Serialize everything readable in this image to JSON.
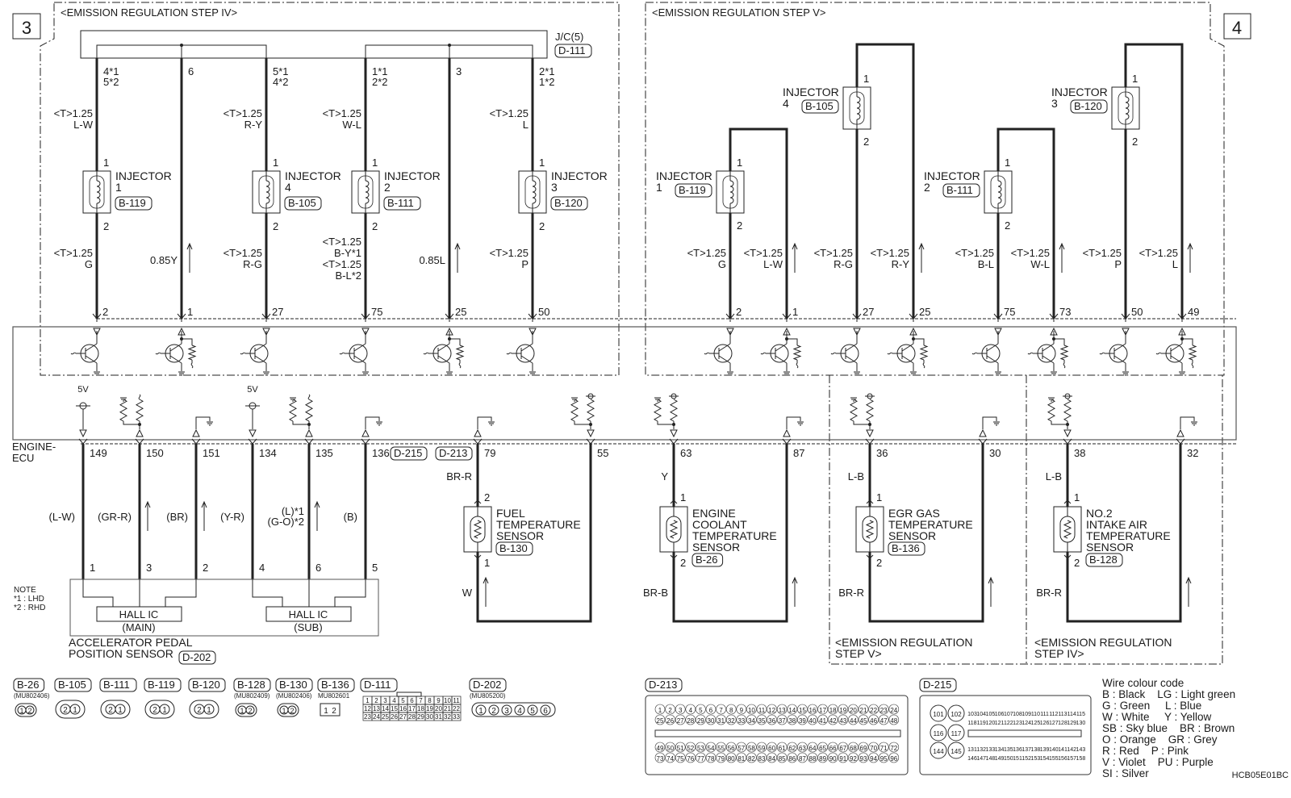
{
  "header": {
    "left_title": "<EMISSION REGULATION STEP IV>",
    "right_title": "<EMISSION REGULATION STEP V>",
    "left_page": "3",
    "right_page": "4"
  },
  "junction": {
    "label": "J/C(5)",
    "connector": "D-111"
  },
  "left_injector_circuit": [
    {
      "top_pins": [
        "4*1",
        "5*2"
      ],
      "upper": [
        "<T>1.25",
        "L-W"
      ],
      "injector": {
        "name": "INJECTOR",
        "num": "1",
        "conn": "B-119",
        "pin1": "1",
        "pin2": "2"
      },
      "lower": [
        "<T>1.25",
        "G"
      ],
      "ecu_pin": "2"
    },
    {
      "top_pins": [
        "6"
      ],
      "mid": "0.85Y",
      "ecu_pin": "1"
    },
    {
      "top_pins": [
        "5*1",
        "4*2"
      ],
      "upper": [
        "<T>1.25",
        "R-Y"
      ],
      "injector": {
        "name": "INJECTOR",
        "num": "4",
        "conn": "B-105",
        "pin1": "1",
        "pin2": "2"
      },
      "lower": [
        "<T>1.25",
        "R-G"
      ],
      "ecu_pin": "27"
    },
    {
      "top_pins": [
        "1*1",
        "2*2"
      ],
      "upper": [
        "<T>1.25",
        "W-L"
      ],
      "injector": {
        "name": "INJECTOR",
        "num": "2",
        "conn": "B-111",
        "pin1": "1",
        "pin2": "2"
      },
      "lower": [
        "<T>1.25",
        "B-Y*1",
        "<T>1.25",
        "B-L*2"
      ],
      "ecu_pin": "75"
    },
    {
      "top_pins": [
        "3"
      ],
      "mid": "0.85L",
      "ecu_pin": "25"
    },
    {
      "top_pins": [
        "2*1",
        "1*2"
      ],
      "upper": [
        "<T>1.25",
        "L"
      ],
      "injector": {
        "name": "INJECTOR",
        "num": "3",
        "conn": "B-120",
        "pin1": "1",
        "pin2": "2"
      },
      "lower": [
        "<T>1.25",
        "P"
      ],
      "ecu_pin": "50"
    }
  ],
  "right_injector_circuit": [
    {
      "injector": {
        "name": "INJECTOR",
        "num": "1",
        "conn": "B-119",
        "pin1": "1",
        "pin2": "2"
      },
      "left": {
        "label": [
          "<T>1.25",
          "G"
        ],
        "ecu_pin": "2"
      },
      "right": {
        "label": [
          "<T>1.25",
          "L-W"
        ],
        "ecu_pin": "1"
      }
    },
    {
      "injector": {
        "name": "INJECTOR",
        "num": "4",
        "conn": "B-105",
        "pin1": "1",
        "pin2": "2"
      },
      "left": {
        "label": [
          "<T>1.25",
          "R-G"
        ],
        "ecu_pin": "27"
      },
      "right": {
        "label": [
          "<T>1.25",
          "R-Y"
        ],
        "ecu_pin": "25"
      }
    },
    {
      "injector": {
        "name": "INJECTOR",
        "num": "2",
        "conn": "B-111",
        "pin1": "1",
        "pin2": "2"
      },
      "left": {
        "label": [
          "<T>1.25",
          "B-L"
        ],
        "ecu_pin": "75"
      },
      "right": {
        "label": [
          "<T>1.25",
          "W-L"
        ],
        "ecu_pin": "73"
      }
    },
    {
      "injector": {
        "name": "INJECTOR",
        "num": "3",
        "conn": "B-120",
        "pin1": "1",
        "pin2": "2"
      },
      "left": {
        "label": [
          "<T>1.25",
          "P"
        ],
        "ecu_pin": "50"
      },
      "right": {
        "label": [
          "<T>1.25",
          "L"
        ],
        "ecu_pin": "49"
      }
    }
  ],
  "ecu": {
    "label": [
      "ENGINE-",
      "ECU"
    ],
    "supply_label": "5V",
    "connector_d215": "D-215",
    "connector_d213": "D-213"
  },
  "accelerator_pedal_sensor": {
    "name": [
      "ACCELERATOR PEDAL",
      "POSITION SENSOR"
    ],
    "connector": "D-202",
    "hall_ic": [
      {
        "label": "HALL IC",
        "sub": "(MAIN)"
      },
      {
        "label": "HALL IC",
        "sub": "(SUB)"
      }
    ],
    "wires": [
      {
        "ecu_pin": "149",
        "color": [
          "(L-W)"
        ],
        "sensor_pin": "1"
      },
      {
        "ecu_pin": "150",
        "color": [
          "(GR-R)"
        ],
        "sensor_pin": "3"
      },
      {
        "ecu_pin": "151",
        "color": [
          "(BR)"
        ],
        "sensor_pin": "2"
      },
      {
        "ecu_pin": "134",
        "color": [
          "(Y-R)"
        ],
        "sensor_pin": "4"
      },
      {
        "ecu_pin": "135",
        "color": [
          "(L)*1",
          "(G-O)*2"
        ],
        "sensor_pin": "6"
      },
      {
        "ecu_pin": "136",
        "color": [
          "(B)"
        ],
        "sensor_pin": "5"
      }
    ]
  },
  "temperature_sensors": [
    {
      "name": [
        "FUEL",
        "TEMPERATURE",
        "SENSOR"
      ],
      "conn": "B-130",
      "ecu_pins": [
        "79",
        "55"
      ],
      "top_color": "BR-R",
      "top_pin": "2",
      "bottom_pin": "1",
      "bottom_color": "W"
    },
    {
      "name": [
        "ENGINE",
        "COOLANT",
        "TEMPERATURE",
        "SENSOR"
      ],
      "conn": "B-26",
      "ecu_pins": [
        "63",
        "87"
      ],
      "top_color": "Y",
      "top_pin": "1",
      "bottom_pin": "2",
      "bottom_color": "BR-B"
    },
    {
      "name": [
        "EGR GAS",
        "TEMPERATURE",
        "SENSOR"
      ],
      "conn": "B-136",
      "ecu_pins": [
        "36",
        "30"
      ],
      "top_color": "L-B",
      "top_pin": "1",
      "bottom_pin": "2",
      "bottom_color": "BR-R"
    },
    {
      "name": [
        "NO.2",
        "INTAKE AIR",
        "TEMPERATURE",
        "SENSOR"
      ],
      "conn": "B-128",
      "ecu_pins": [
        "38",
        "32"
      ],
      "top_color": "L-B",
      "top_pin": "1",
      "bottom_pin": "2",
      "bottom_color": "BR-R"
    }
  ],
  "lower_groups": [
    [
      "<EMISSION REGULATION",
      "STEP V>"
    ],
    [
      "<EMISSION REGULATION",
      "STEP IV>"
    ]
  ],
  "note": [
    "NOTE",
    "*1 : LHD",
    "*2 : RHD"
  ],
  "connectors": [
    {
      "id": "B-26",
      "part": "(MU802406)",
      "pins": [
        "1",
        "2"
      ],
      "type": "small"
    },
    {
      "id": "B-105",
      "pins": [
        "2",
        "1"
      ],
      "type": "injector"
    },
    {
      "id": "B-111",
      "pins": [
        "2",
        "1"
      ],
      "type": "injector"
    },
    {
      "id": "B-119",
      "pins": [
        "2",
        "1"
      ],
      "type": "injector"
    },
    {
      "id": "B-120",
      "pins": [
        "2",
        "1"
      ],
      "type": "injector"
    },
    {
      "id": "B-128",
      "part": "(MU802409)",
      "pins": [
        "1",
        "2"
      ],
      "type": "small"
    },
    {
      "id": "B-130",
      "part": "(MU802406)",
      "pins": [
        "1",
        "2"
      ],
      "type": "small"
    },
    {
      "id": "B-136",
      "part": "MU802601",
      "pins": [
        "1",
        "2"
      ],
      "type": "square"
    },
    {
      "id": "D-111",
      "rows": [
        [
          "1",
          "2",
          "3",
          "4",
          "5",
          "6",
          "7",
          "8",
          "9",
          "10",
          "11"
        ],
        [
          "12",
          "13",
          "14",
          "15",
          "16",
          "17",
          "18",
          "19",
          "20",
          "21",
          "22"
        ],
        [
          "23",
          "24",
          "25",
          "26",
          "27",
          "28",
          "29",
          "30",
          "31",
          "32",
          "33"
        ]
      ],
      "type": "grid"
    },
    {
      "id": "D-202",
      "part": "(MU805200)",
      "pins": [
        "1",
        "2",
        "3",
        "4",
        "5",
        "6"
      ],
      "type": "row"
    }
  ],
  "d213": {
    "id": "D-213",
    "rows": [
      [
        "1",
        "2",
        "3",
        "4",
        "5",
        "6",
        "7",
        "8",
        "9",
        "10",
        "11",
        "12",
        "13",
        "14",
        "15",
        "16",
        "17",
        "18",
        "19",
        "20",
        "21",
        "22",
        "23",
        "24"
      ],
      [
        "25",
        "26",
        "27",
        "28",
        "29",
        "30",
        "31",
        "32",
        "33",
        "34",
        "35",
        "36",
        "37",
        "38",
        "39",
        "40",
        "41",
        "42",
        "43",
        "44",
        "45",
        "46",
        "47",
        "48"
      ],
      [
        "49",
        "50",
        "51",
        "52",
        "53",
        "54",
        "55",
        "56",
        "57",
        "58",
        "59",
        "60",
        "61",
        "62",
        "63",
        "64",
        "65",
        "66",
        "67",
        "68",
        "69",
        "70",
        "71",
        "72"
      ],
      [
        "73",
        "74",
        "75",
        "76",
        "77",
        "78",
        "79",
        "80",
        "81",
        "82",
        "83",
        "84",
        "85",
        "86",
        "87",
        "88",
        "89",
        "90",
        "91",
        "92",
        "93",
        "94",
        "95",
        "96"
      ]
    ]
  },
  "d215": {
    "id": "D-215",
    "large_pins": [
      "101",
      "102",
      "116",
      "117",
      "144",
      "145"
    ],
    "rows": [
      [
        "103",
        "104",
        "105",
        "106",
        "107",
        "108",
        "109",
        "110",
        "111",
        "112",
        "113",
        "114",
        "115"
      ],
      [
        "118",
        "119",
        "120",
        "121",
        "122",
        "123",
        "124",
        "125",
        "126",
        "127",
        "128",
        "129",
        "130"
      ],
      [
        "131",
        "132",
        "133",
        "134",
        "135",
        "136",
        "137",
        "138",
        "139",
        "140",
        "141",
        "142",
        "143"
      ],
      [
        "146",
        "147",
        "148",
        "149",
        "150",
        "151",
        "152",
        "153",
        "154",
        "155",
        "156",
        "157",
        "158"
      ]
    ]
  },
  "wire_colour_code": {
    "title": "Wire colour code",
    "lines": [
      "B : Black    LG : Light green",
      "G : Green     L : Blue",
      "W : White     Y : Yellow",
      "SB : Sky blue    BR : Brown",
      "O : Orange    GR : Grey",
      "R : Red    P : Pink",
      "V : Violet    PU : Purple",
      "SI : Silver"
    ]
  },
  "figure_code": "HCB05E01BC"
}
